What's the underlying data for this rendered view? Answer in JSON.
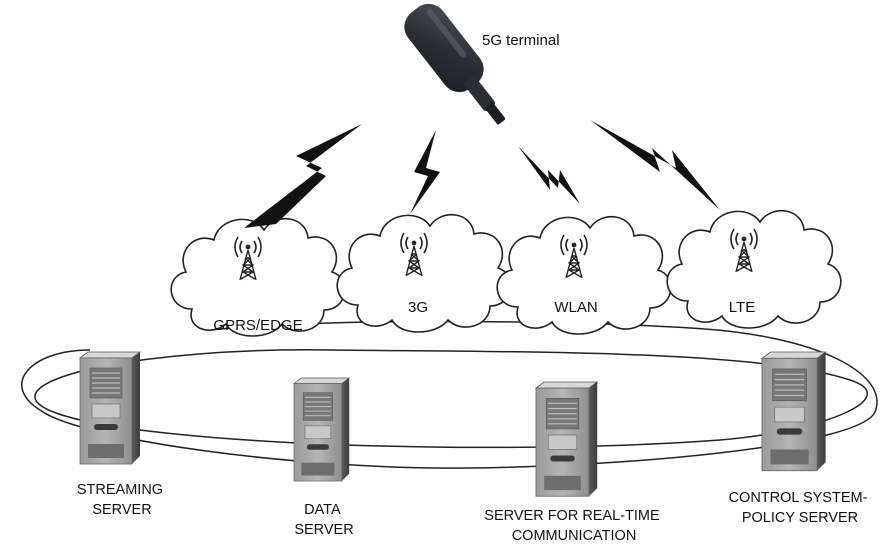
{
  "terminal": {
    "label": "5G terminal",
    "icon": "usb-modem-icon"
  },
  "access_networks": [
    {
      "id": "gprs-edge",
      "label": "GPRS/EDGE",
      "icon": "radio-tower-icon"
    },
    {
      "id": "3g",
      "label": "3G",
      "icon": "radio-tower-icon"
    },
    {
      "id": "wlan",
      "label": "WLAN",
      "icon": "radio-tower-icon"
    },
    {
      "id": "lte",
      "label": "LTE",
      "icon": "radio-tower-icon"
    }
  ],
  "servers": [
    {
      "id": "streaming",
      "lines": [
        "STREAMING",
        "SERVER"
      ],
      "icon": "server-tower-icon"
    },
    {
      "id": "data",
      "lines": [
        "DATA",
        "SERVER"
      ],
      "icon": "server-tower-icon"
    },
    {
      "id": "realtime",
      "lines": [
        "SERVER FOR REAL-TIME",
        "COMMUNICATION"
      ],
      "icon": "server-tower-icon"
    },
    {
      "id": "control",
      "lines": [
        "CONTROL SYSTEM-",
        "POLICY SERVER"
      ],
      "icon": "server-tower-icon"
    }
  ],
  "links": {
    "icon": "lightning-bolt-icon",
    "color": "#111111"
  },
  "colors": {
    "stroke": "#222222",
    "server_body": "#8a8a8a",
    "server_dark": "#4a4a4a",
    "modem": "#2a2d35"
  }
}
